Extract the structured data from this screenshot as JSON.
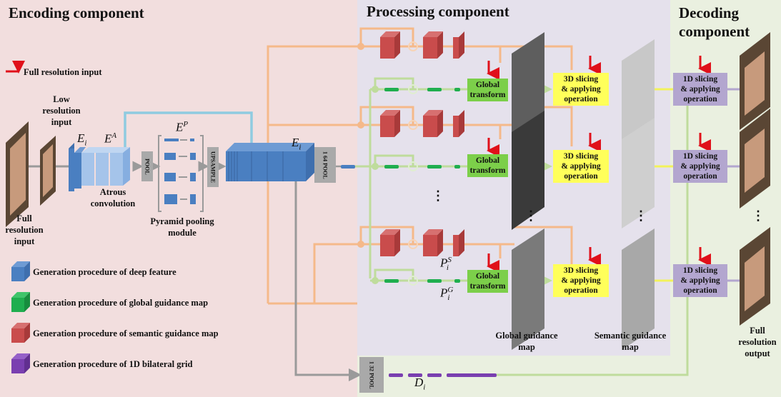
{
  "sections": {
    "encoding": "Encoding component",
    "processing": "Processing component",
    "decoding_line1": "Decoding",
    "decoding_line2": "component"
  },
  "red_arrow_legend": "Full resolution input",
  "encoder": {
    "low_res_input": [
      "Low",
      "resolution",
      "input"
    ],
    "full_res_input": [
      "Full",
      "resolution",
      "input"
    ],
    "atrous": [
      "Atrous",
      "convolution"
    ],
    "ppm": [
      "Pyramid pooling",
      "module"
    ],
    "pool": "POOL",
    "upsample": "UPSAMPLE",
    "pool64_num": "1",
    "pool64_den": "64",
    "pool64_label": "POOL",
    "sym_Ei": "E",
    "sym_i": "i",
    "sym_A": "A",
    "sym_P": "P"
  },
  "processing": {
    "global_transform": [
      "Global",
      "transform"
    ],
    "slicing3d": [
      "3D slicing",
      "& applying",
      "operation"
    ],
    "global_guidance_map": [
      "Global guidance",
      "map"
    ],
    "semantic_guidance_map": [
      "Semantic guidance",
      "map"
    ],
    "sym_P": "P",
    "sym_S": "S",
    "sym_G": "G",
    "sym_i": "i",
    "ellipsis": "⋮"
  },
  "decoding": {
    "slicing1d": [
      "1D slicing",
      "& applying",
      "operation"
    ],
    "full_res_output": [
      "Full",
      "resolution",
      "output"
    ],
    "pool32_num": "1",
    "pool32_den": "32",
    "pool32_label": "POOL",
    "sym_D": "D",
    "sym_i": "i"
  },
  "legend": [
    {
      "label": "Generation procedure of deep feature",
      "color": "#4a7fc1"
    },
    {
      "label": "Generation procedure of global guidance map",
      "color": "#1fae4f"
    },
    {
      "label": "Generation procedure of semantic guidance map",
      "color": "#c94c4c"
    },
    {
      "label": "Generation procedure of 1D bilateral grid",
      "color": "#7a3fb0"
    }
  ],
  "colors": {
    "deep": "#4a7fc1",
    "global": "#1fae4f",
    "semantic": "#c94c4c",
    "grid": "#7a3fb0",
    "orange_line": "#f5b98a",
    "green_line": "#bfdc9c",
    "blue_line": "#8fcbe0",
    "gray_line": "#9a9a9a",
    "yellow_line": "#f2f25a",
    "purple_line": "#b3a6cf",
    "red_arrow": "#e0101a"
  }
}
